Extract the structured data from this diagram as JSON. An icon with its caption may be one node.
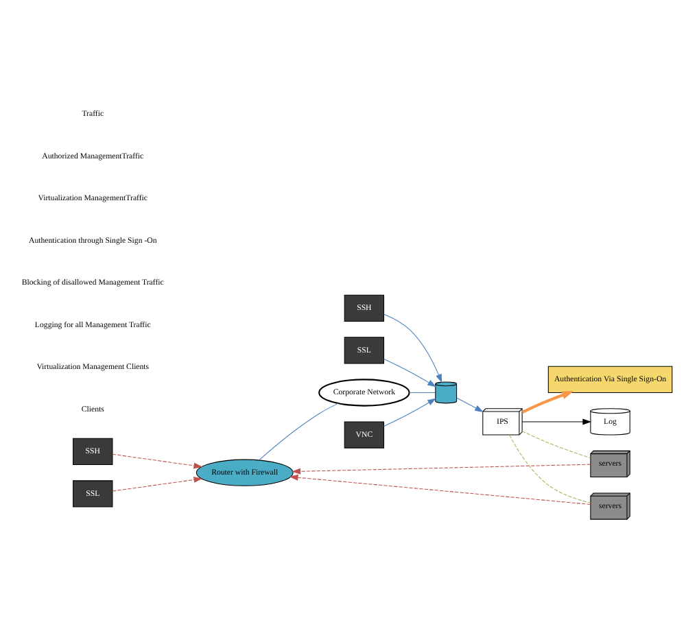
{
  "diagram": {
    "nodes": [
      {
        "text": [
          "SSH"
        ]
      },
      {
        "text": [
          "SSL"
        ]
      },
      {
        "text": [
          "Router with Firewall"
        ]
      },
      {
        "text": [
          "Corporate Network"
        ]
      },
      {
        "text": [
          "Authentication Via Single Sign-On"
        ]
      },
      {
        "text": [
          "servers"
        ]
      },
      {
        "text": [
          "servers"
        ]
      },
      {
        "text": [
          "VNC"
        ]
      },
      {
        "text": [
          "SSH"
        ]
      },
      {
        "text": [
          "SSL"
        ]
      },
      {
        "text": [],
        "shape": "cylinder"
      },
      {
        "text": [
          "IPS"
        ]
      },
      {
        "text": [
          "Log"
        ]
      }
    ],
    "edges": [
      {
        "from": 0,
        "to": 2,
        "arrow": "to",
        "style": "dashed",
        "color": "#c0504d"
      },
      {
        "from": 1,
        "to": 2,
        "arrow": "to",
        "style": "dashed",
        "color": "#c0504d"
      },
      {
        "from": 5,
        "to": 2,
        "arrow": "to",
        "style": "dashed",
        "color": "#c0504d"
      },
      {
        "from": 6,
        "to": 2,
        "arrow": "to",
        "style": "dashed",
        "color": "#c0504d"
      },
      {
        "from": 2,
        "to": 3,
        "arrow": "none"
      },
      {
        "from": 3,
        "to": 10,
        "arrow": "none"
      },
      {
        "from": 7,
        "to": 10,
        "arrow": "to"
      },
      {
        "from": 8,
        "to": 10,
        "arrow": "to"
      },
      {
        "from": 9,
        "to": 10,
        "arrow": "to"
      },
      {
        "from": 10,
        "to": 11,
        "arrow": "to"
      },
      {
        "from": 11,
        "to": 4,
        "arrow": "to",
        "style": "thick",
        "color": "#f79646"
      },
      {
        "from": 11,
        "to": 5,
        "arrow": "none",
        "style": "dashed",
        "color": "#9bbb59"
      },
      {
        "from": 11,
        "to": 6,
        "arrow": "none",
        "style": "dashed",
        "color": "#9bbb59"
      },
      {
        "from": 11,
        "to": 12,
        "arrow": "to",
        "color": "#000000"
      }
    ],
    "labels": [
      "Clients",
      "Virtualization Management Clients"
    ],
    "legend": [
      {
        "text": "Traffic"
      },
      {
        "text": "Authorized ManagementTraffic"
      },
      {
        "text": "Virtualization ManagementTraffic"
      },
      {
        "text": "Authentication through Single Sign -On"
      },
      {
        "text": "Blocking of disallowed Management Traffic"
      },
      {
        "text": "Logging for all Management Traffic"
      }
    ]
  }
}
